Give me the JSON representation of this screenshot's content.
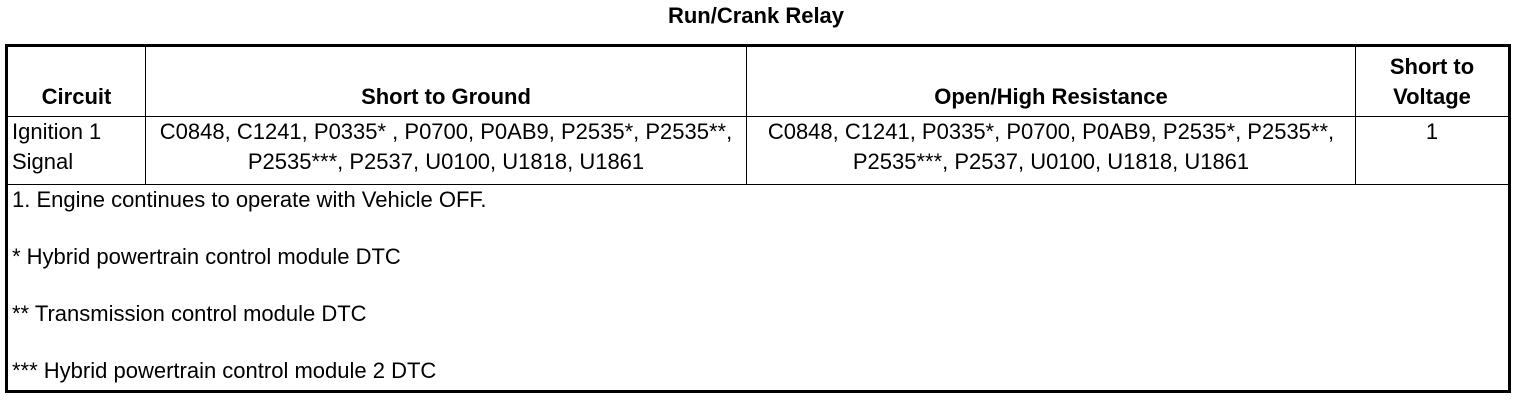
{
  "title": "Run/Crank Relay",
  "table": {
    "headers": {
      "circuit": "Circuit",
      "short_to_ground": "Short to Ground",
      "open_high_resistance": "Open/High Resistance",
      "short_to_voltage": "Short to Voltage"
    },
    "row": {
      "circuit": "Ignition 1 Signal",
      "short_to_ground": "C0848, C1241, P0335* , P0700, P0AB9, P2535*, P2535**, P2535***, P2537, U0100, U1818, U1861",
      "open_high_resistance": "C0848, C1241, P0335*, P0700, P0AB9, P2535*, P2535**, P2535***, P2537, U0100, U1818, U1861",
      "short_to_voltage": "1"
    }
  },
  "notes": [
    "1. Engine continues to operate with Vehicle OFF.",
    "* Hybrid powertrain control module DTC",
    "** Transmission control module DTC",
    "*** Hybrid powertrain control module 2 DTC"
  ]
}
